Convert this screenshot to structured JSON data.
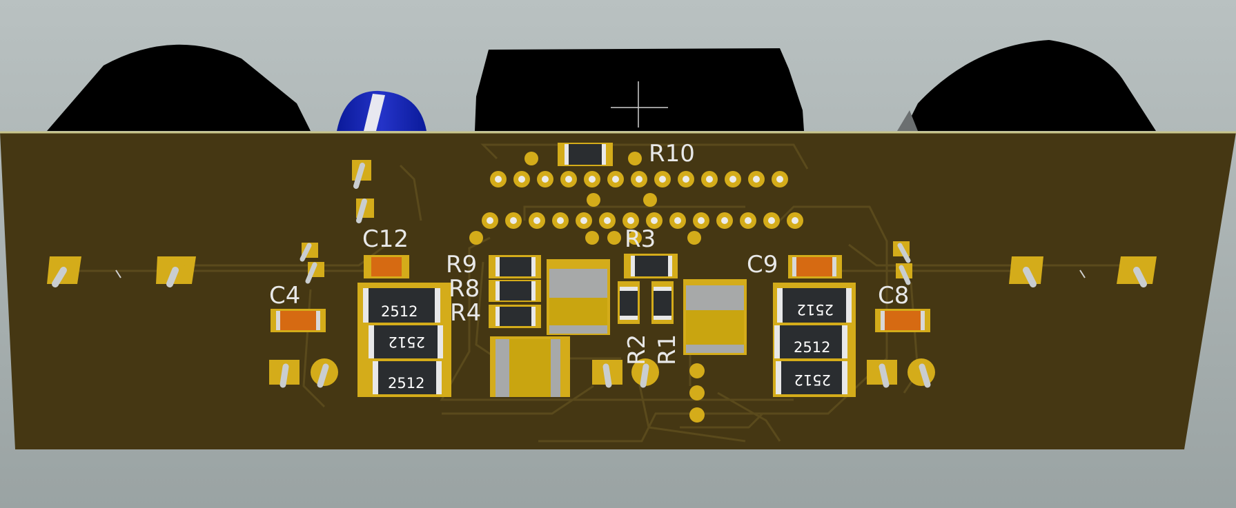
{
  "scene": {
    "board_color": "#453713",
    "pad_color": "#d4ac1a",
    "background": "#b8bfbf"
  },
  "silkscreen": {
    "r10": "R10",
    "c12": "C12",
    "r9": "R9",
    "r8": "R8",
    "r4": "R4",
    "r3": "R3",
    "c9": "C9",
    "c4": "C4",
    "c8": "C8",
    "r2": "R2",
    "r1": "R1"
  },
  "resistor_packages": {
    "left_top": "2512",
    "left_mid": "2512",
    "left_bot": "2512",
    "right_top": "2512",
    "right_mid": "2512",
    "right_bot": "2512"
  }
}
